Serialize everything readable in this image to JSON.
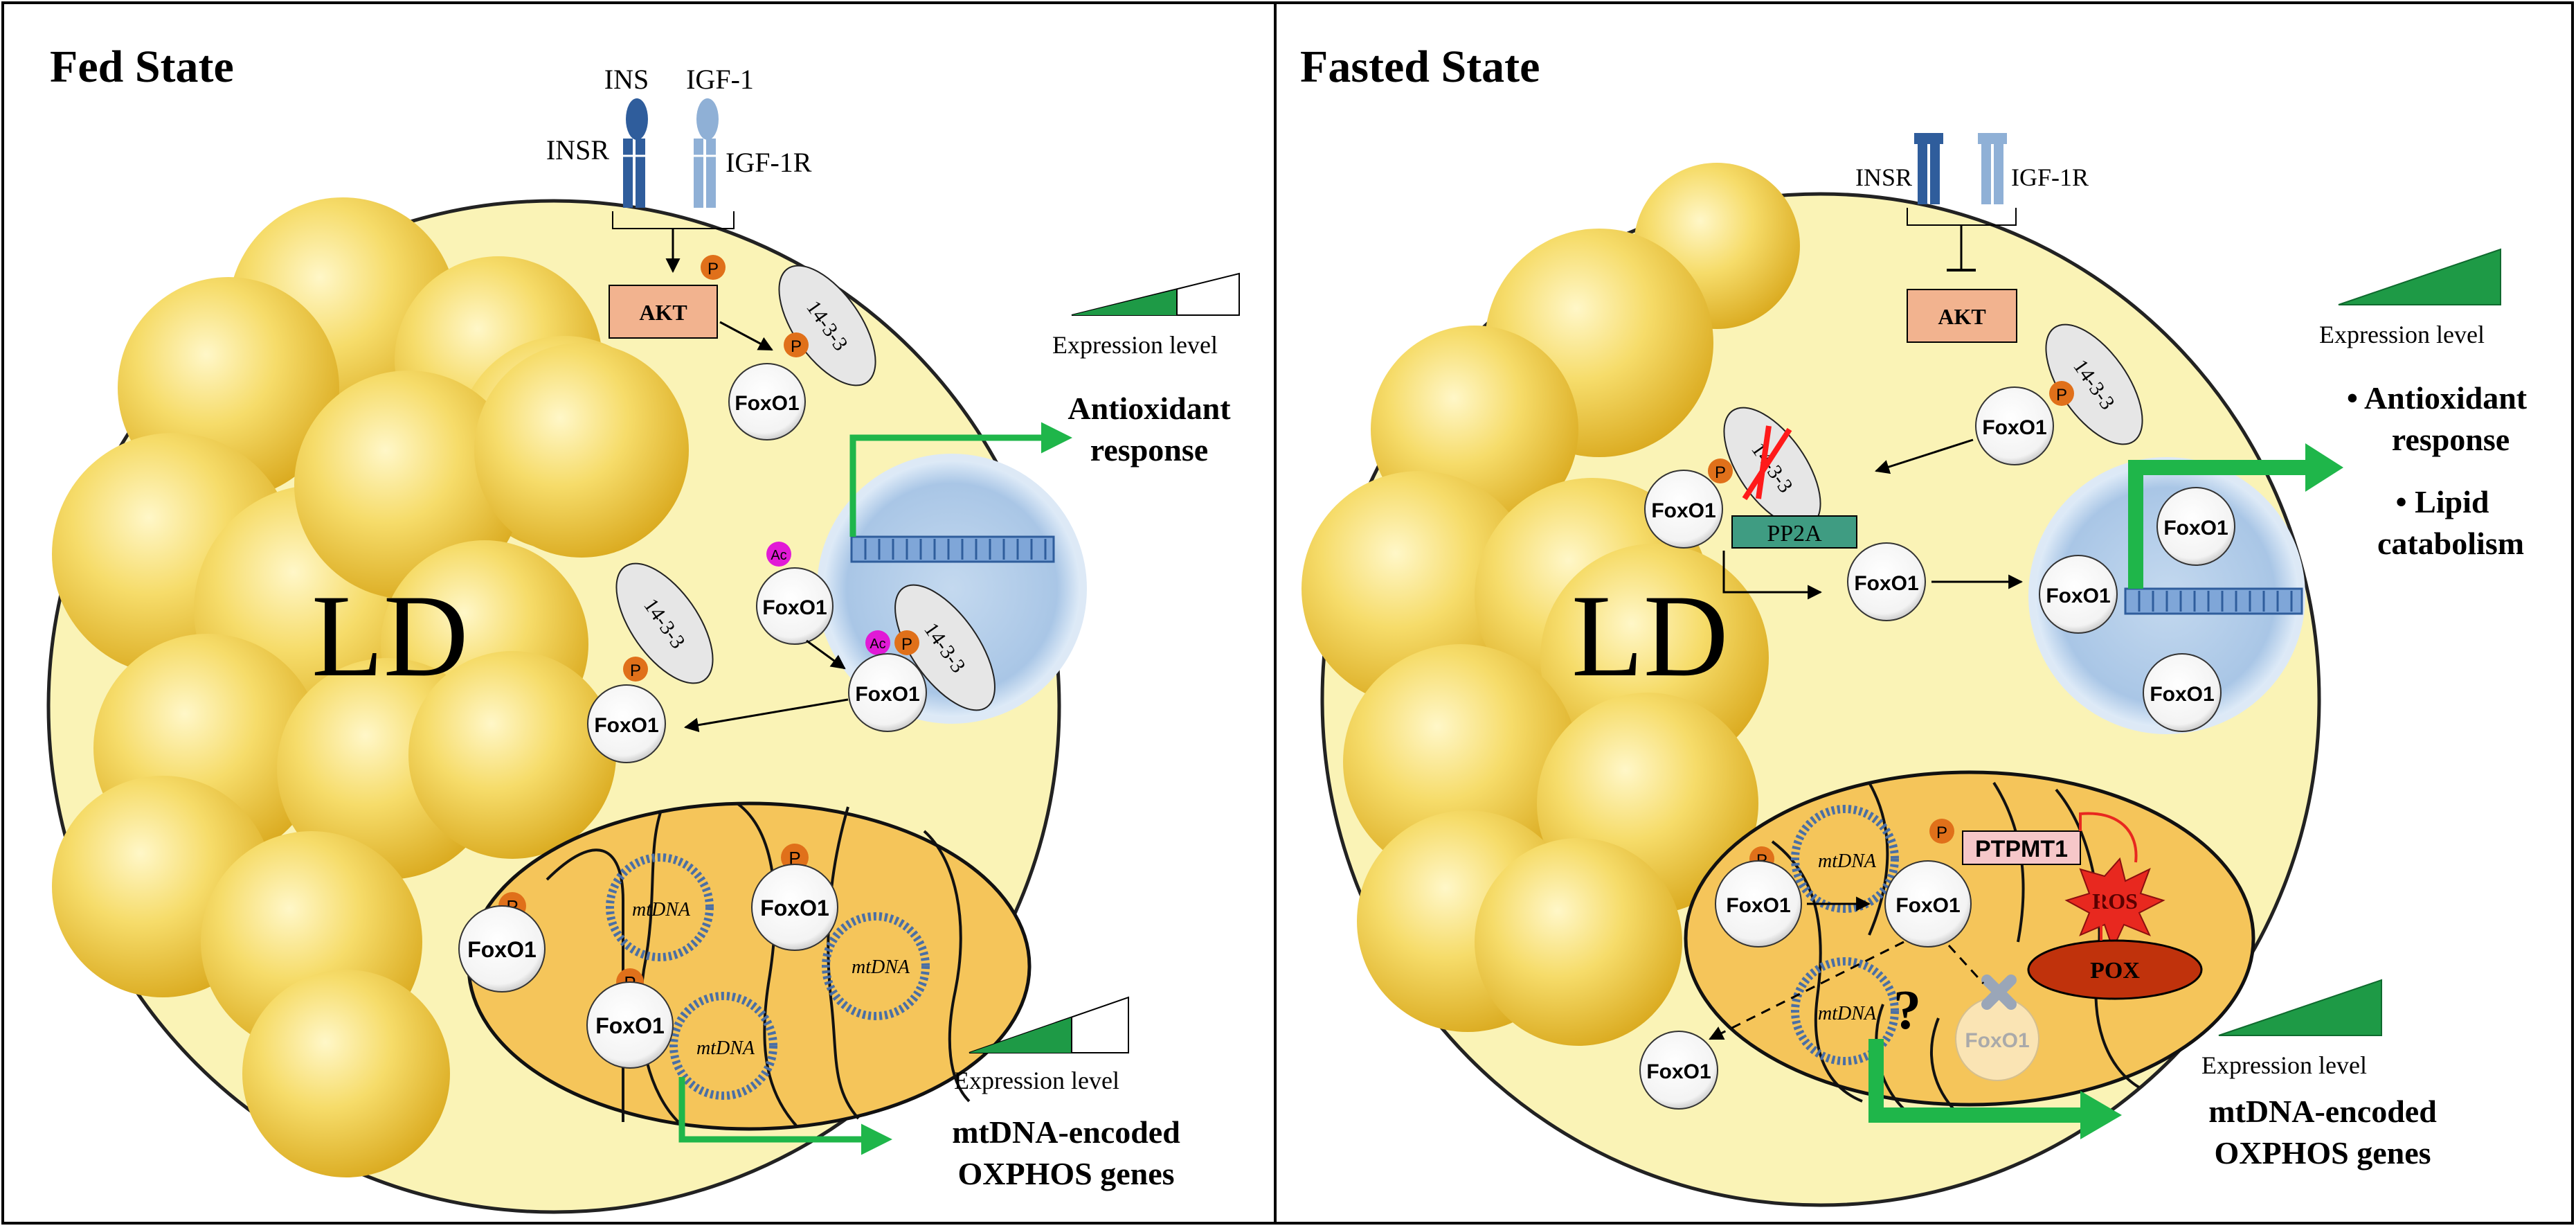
{
  "fed": {
    "title": "Fed State",
    "ligand_ins": "INS",
    "ligand_igf1": "IGF-1",
    "receptor_insr": "INSR",
    "receptor_igf1r": "IGF-1R",
    "akt": "AKT",
    "phospho": "P",
    "acetyl": "Ac",
    "chaperone": "14-3-3",
    "foxo": "FoxO1",
    "ld": "LD",
    "mtdna": "mtDNA",
    "expression_label": "Expression level",
    "expression_level_nuclear": 0.62,
    "expression_level_mito": 0.62,
    "outcome_antioxidant_line1": "Antioxidant",
    "outcome_antioxidant_line2": "response",
    "outcome_oxphos_line1": "mtDNA-encoded",
    "outcome_oxphos_line2": "OXPHOS genes"
  },
  "fasted": {
    "title": "Fasted State",
    "receptor_insr": "INSR",
    "receptor_igf1r": "IGF-1R",
    "akt": "AKT",
    "phospho": "P",
    "chaperone": "14-3-3",
    "phosphatase": "PP2A",
    "foxo": "FoxO1",
    "ld": "LD",
    "mtdna": "mtDNA",
    "ptpmt1": "PTPMT1",
    "ros": "ROS",
    "pox": "POX",
    "unknown": "?",
    "expression_label": "Expression level",
    "expression_level_nuclear": 1.0,
    "expression_level_mito": 1.0,
    "outcome_antioxidant_line1": "• Antioxidant",
    "outcome_antioxidant_line2": "response",
    "outcome_lipid_line1": "• Lipid",
    "outcome_lipid_line2": "catabolism",
    "outcome_oxphos_line1": "mtDNA-encoded",
    "outcome_oxphos_line2": "OXPHOS genes"
  },
  "colors": {
    "cell_fill": "#faf3b6",
    "lipid_droplet": "#f3cf4a",
    "nucleus": "#b9d3ec",
    "mito_fill": "#f5c55a",
    "akt_fill": "#f2b38f",
    "phospho": "#e0701a",
    "acetyl": "#e11ad6",
    "arrow_green": "#1fb64a",
    "pp2a": "#3f9c82",
    "ptpmt1": "#f6c7c9",
    "ros": "#e8281f",
    "pox": "#c0320c",
    "receptor_insr": "#2f5d9c",
    "receptor_igf1r": "#8fb0d6",
    "inhibit_red": "#ff1a1a"
  }
}
